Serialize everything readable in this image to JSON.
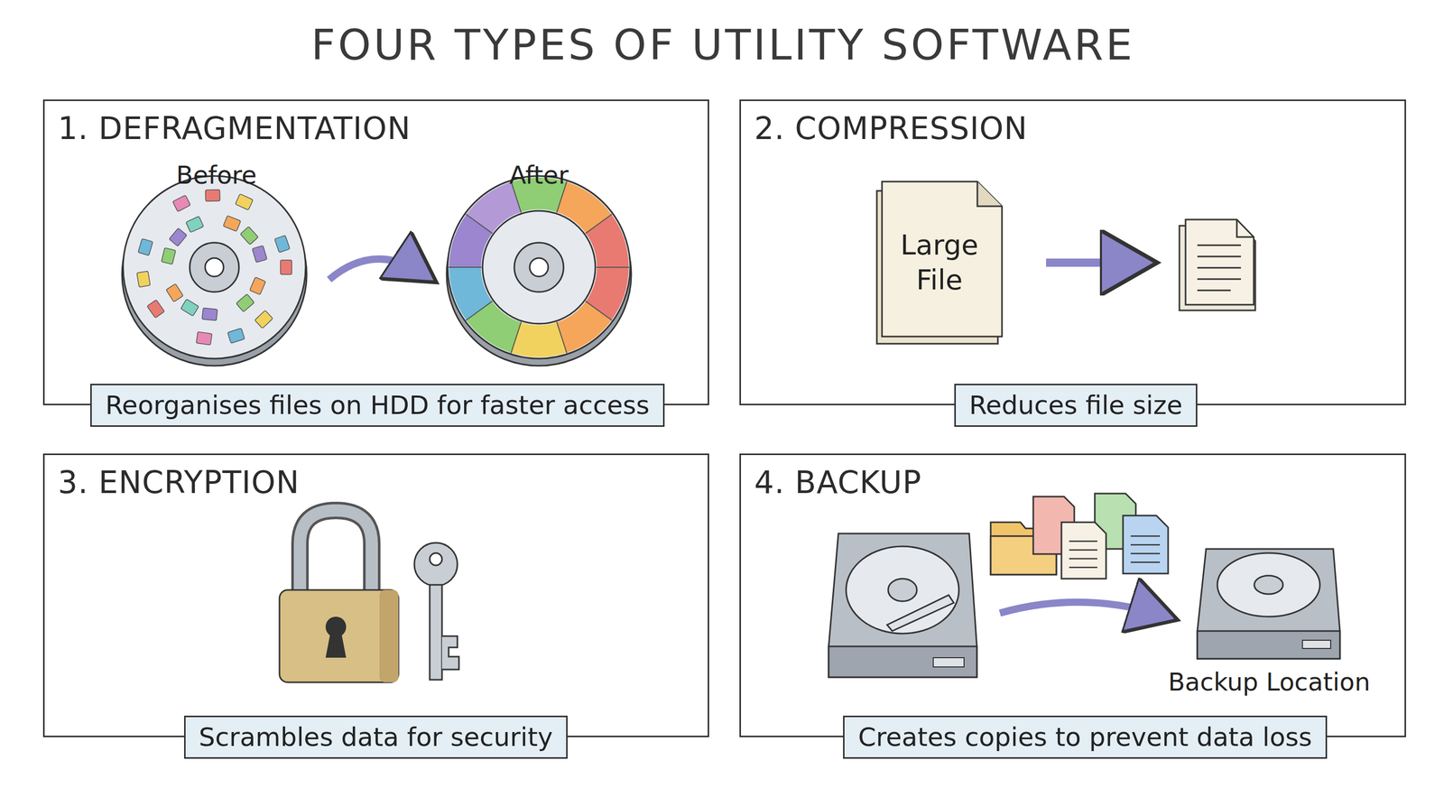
{
  "diagram": {
    "title": "FOUR TYPES OF UTILITY SOFTWARE",
    "nodes": [
      {
        "text": [
          "1. DEFRAGMENTATION"
        ]
      },
      {
        "text": [
          "Reorganises files on HDD for faster access"
        ],
        "in": 0
      },
      {
        "text": [
          "2. COMPRESSION"
        ]
      },
      {
        "text": [
          "Large File"
        ],
        "in": 2
      },
      {
        "text": [
          "Reduces file size"
        ],
        "in": 2
      },
      {
        "text": [
          "3. ENCRYPTION"
        ]
      },
      {
        "text": [
          "Scrambles data for security"
        ],
        "in": 5
      },
      {
        "text": [
          "4. BACKUP"
        ]
      },
      {
        "text": [
          "Creates copies to prevent data loss"
        ],
        "in": 7
      }
    ],
    "labels": [
      "Before",
      "After",
      "Backup Location"
    ]
  }
}
